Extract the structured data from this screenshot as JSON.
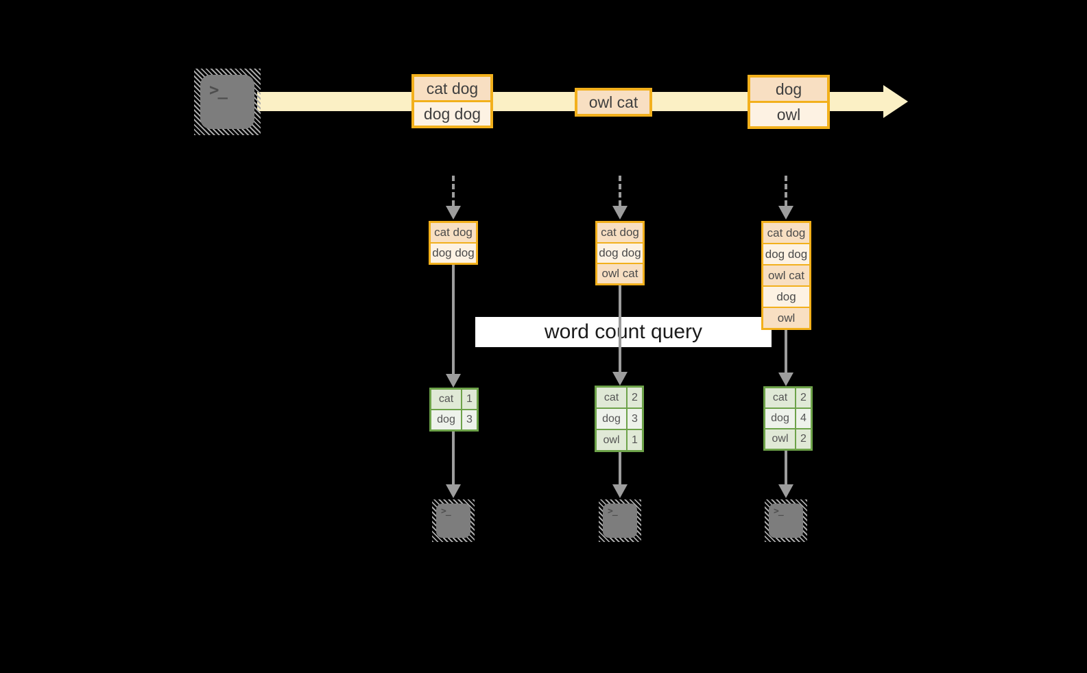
{
  "query_label": "word count query",
  "icons": {
    "terminal_prompt": ">_"
  },
  "stream": {
    "events": [
      {
        "rows": [
          "cat dog",
          "dog dog"
        ]
      },
      {
        "rows": [
          "owl cat"
        ]
      },
      {
        "rows": [
          "dog",
          "owl"
        ]
      }
    ]
  },
  "columns": [
    {
      "stack": [
        "cat dog",
        "dog dog"
      ],
      "counts": [
        {
          "word": "cat",
          "count": 1
        },
        {
          "word": "dog",
          "count": 3
        }
      ]
    },
    {
      "stack": [
        "cat dog",
        "dog dog",
        "owl cat"
      ],
      "counts": [
        {
          "word": "cat",
          "count": 2
        },
        {
          "word": "dog",
          "count": 3
        },
        {
          "word": "owl",
          "count": 1
        }
      ]
    },
    {
      "stack": [
        "cat dog",
        "dog dog",
        "owl cat",
        "dog",
        "owl"
      ],
      "counts": [
        {
          "word": "cat",
          "count": 2
        },
        {
          "word": "dog",
          "count": 4
        },
        {
          "word": "owl",
          "count": 2
        }
      ]
    }
  ],
  "colors": {
    "accent_border": "#f2b01c",
    "band": "#fbf0c5",
    "row_dark": "#f8dfc2",
    "row_light": "#fdf2e3",
    "green_border": "#6da249",
    "green_row_dark": "#e0e9d6",
    "green_row_light": "#eef2eb",
    "connector_gray": "#9d9d9d",
    "icon_gray": "#7d7d7d",
    "query_bg": "#ffffff",
    "query_text": "#1b1b1b"
  }
}
